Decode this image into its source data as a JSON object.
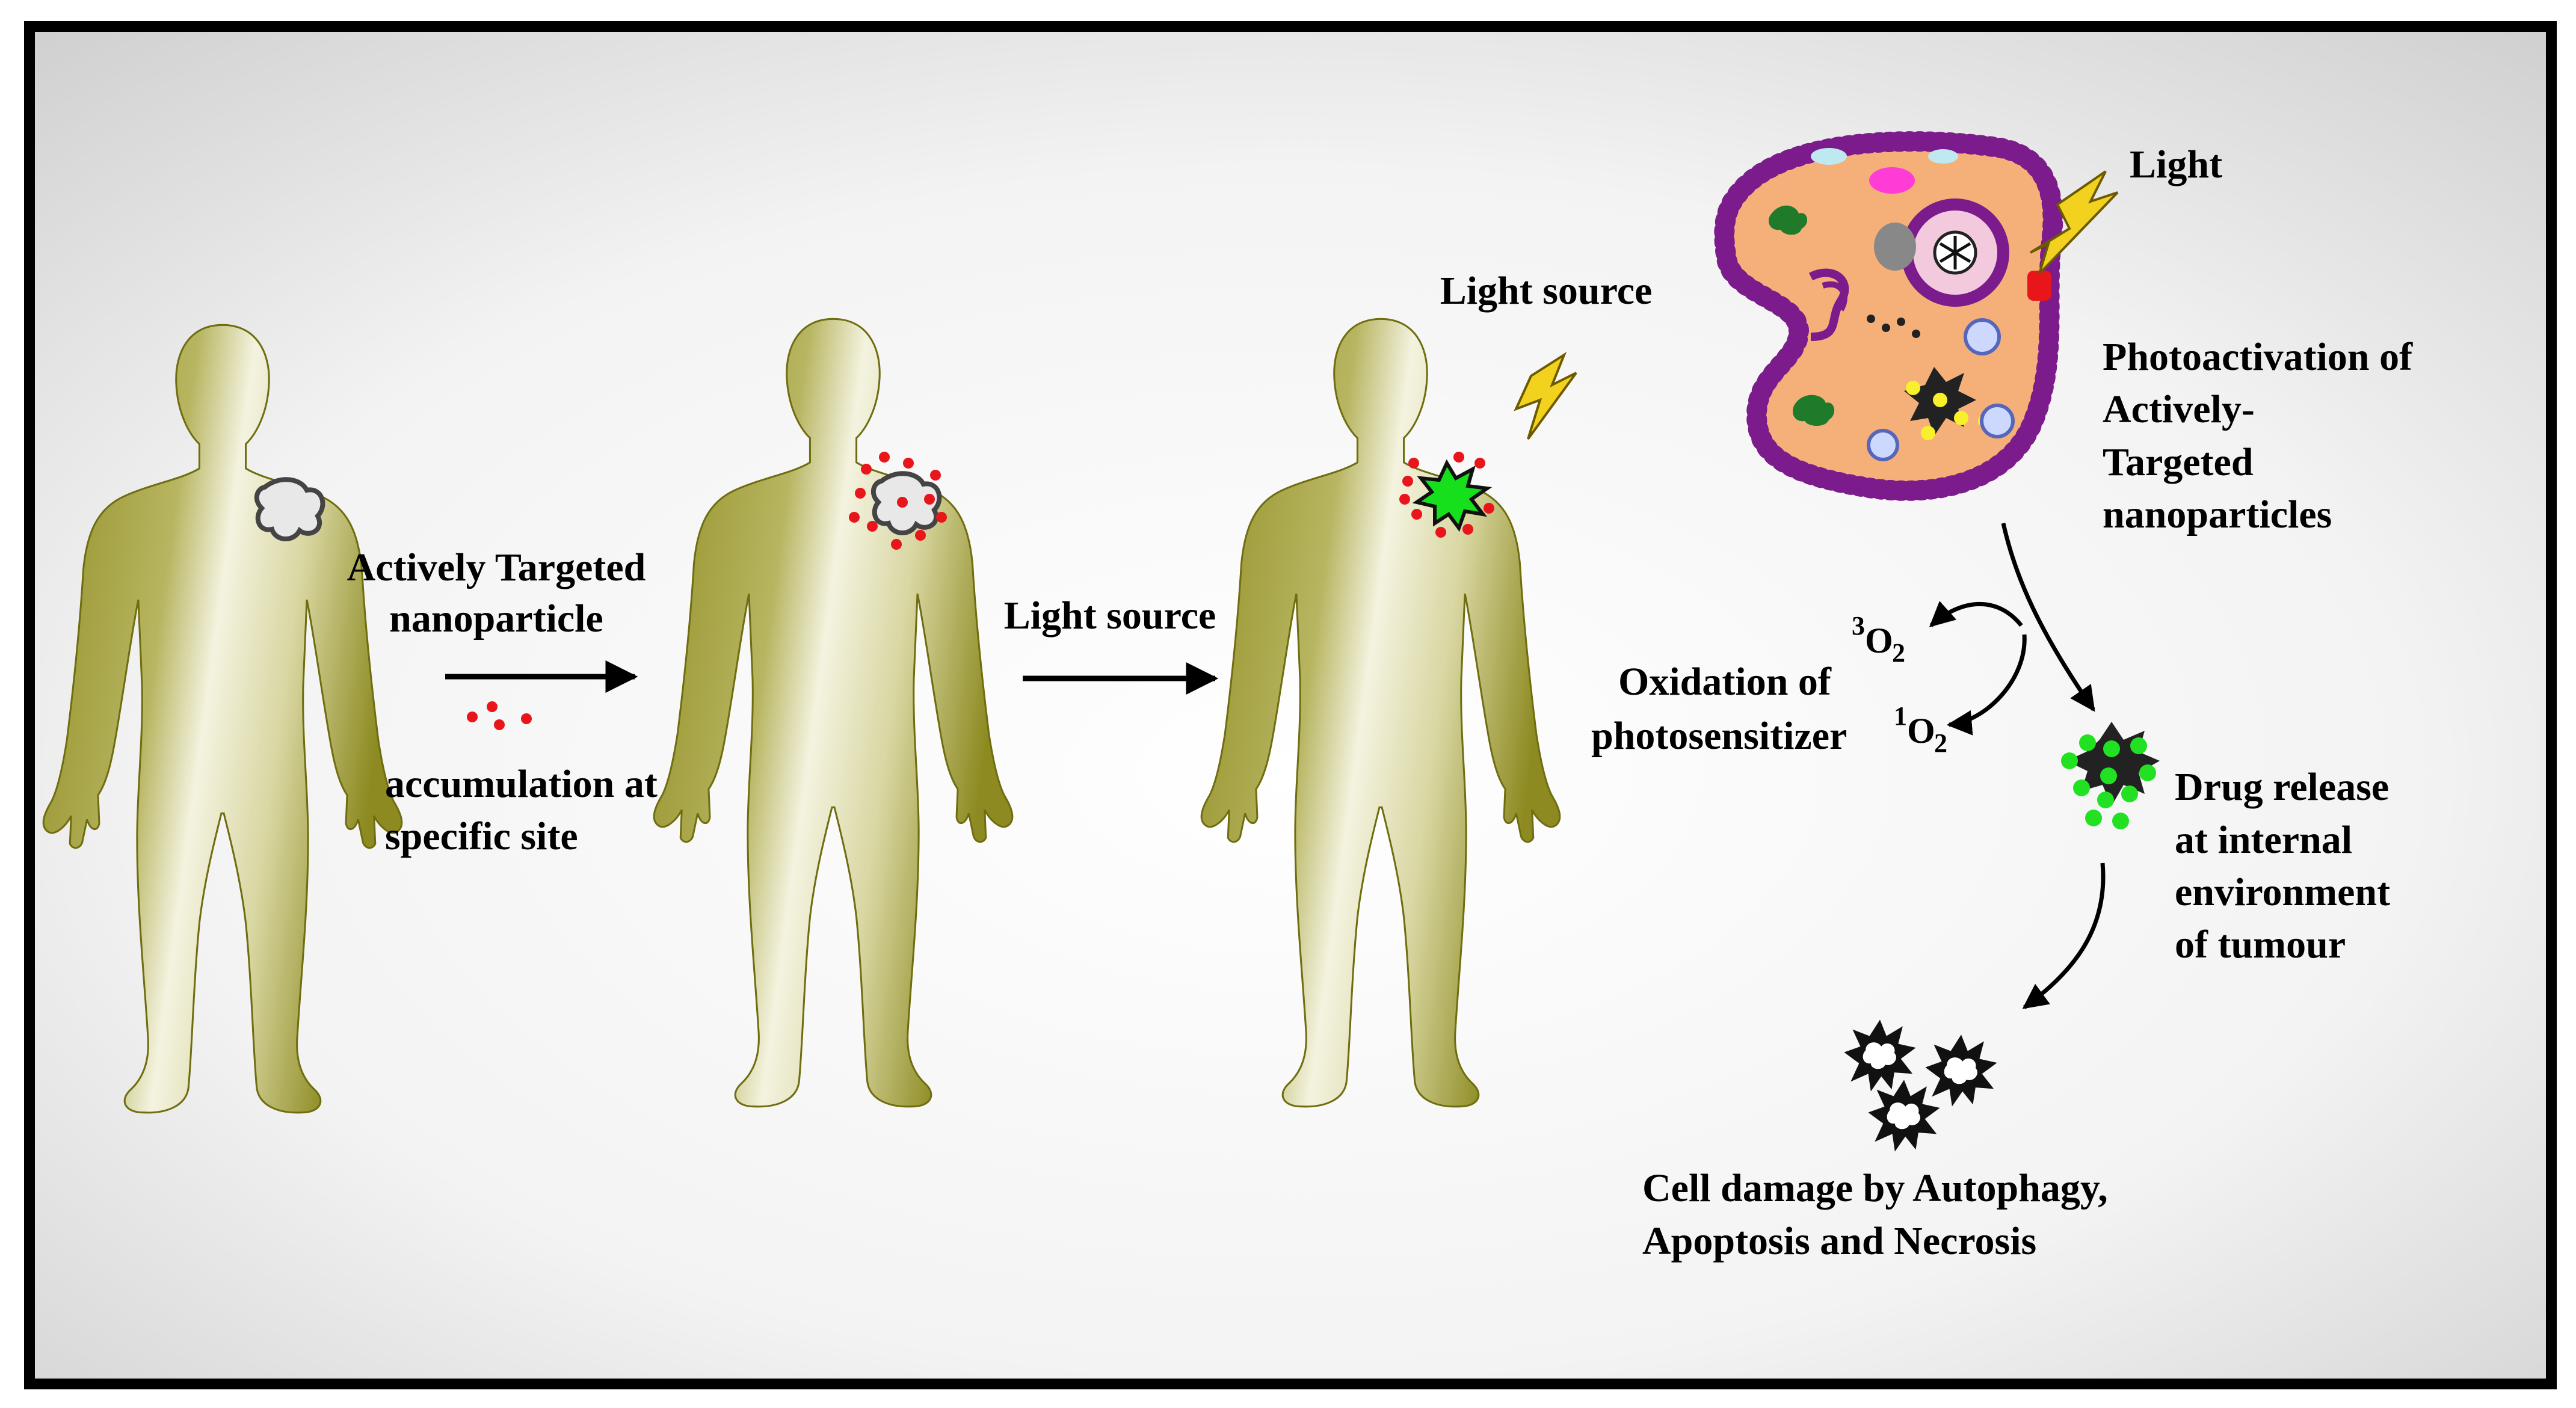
{
  "labels": {
    "step1_line1": "Actively Targeted",
    "step1_line2": "nanoparticle",
    "step1_below1": "accumulation at",
    "step1_below2": "specific site",
    "step2": "Light source",
    "step3": "Light source",
    "cell_light": "Light",
    "photo1": "Photoactivation of",
    "photo2": "Actively-",
    "photo3": "Targeted",
    "photo4": "nanoparticles",
    "oxid1": "Oxidation of",
    "oxid2": "photosensitizer",
    "triplet_sup": "3",
    "triplet_main": "O",
    "triplet_sub": "2",
    "singlet_sup": "1",
    "singlet_main": "O",
    "singlet_sub": "2",
    "drug1": "Drug release",
    "drug2": "at internal",
    "drug3": "environment",
    "drug4": "of  tumour",
    "damage1": "Cell damage by Autophagy,",
    "damage2": "Apoptosis and Necrosis"
  },
  "colors": {
    "body_fill": "#9c9a2e",
    "nanoparticle": "#e8151b",
    "lightning": "#f2d21e",
    "tumour_burst": "#16e01c",
    "cell_membrane": "#7b1b8c",
    "cytoplasm": "#f5b07a",
    "drug_dots": "#22e022"
  }
}
